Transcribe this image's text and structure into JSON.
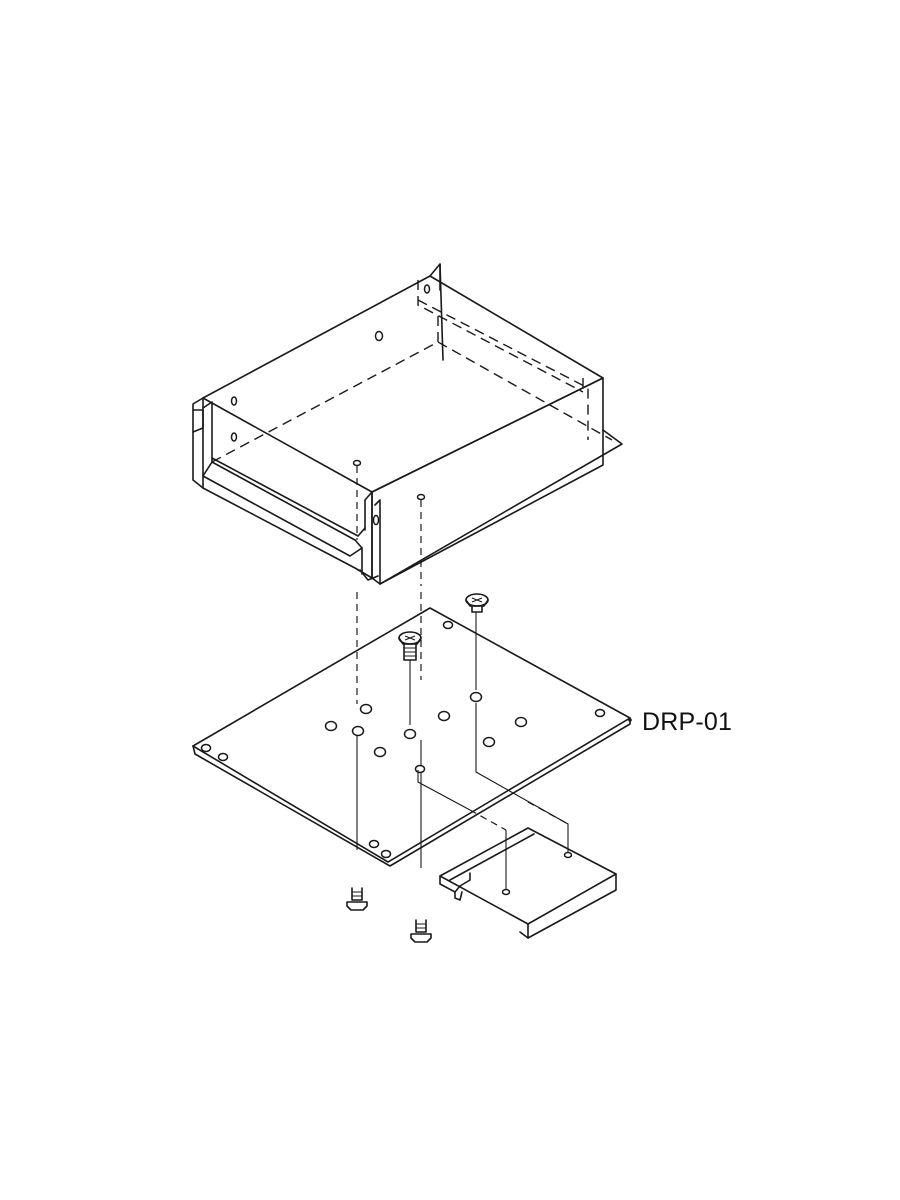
{
  "diagram": {
    "part_label": "DRP-01",
    "colors": {
      "line": "#1a1a1a",
      "plate_fill": "#c9c9c9",
      "background": "#ffffff"
    },
    "components": [
      "drive-enclosure",
      "mounting-plate",
      "countersunk-screw",
      "bracket"
    ]
  }
}
